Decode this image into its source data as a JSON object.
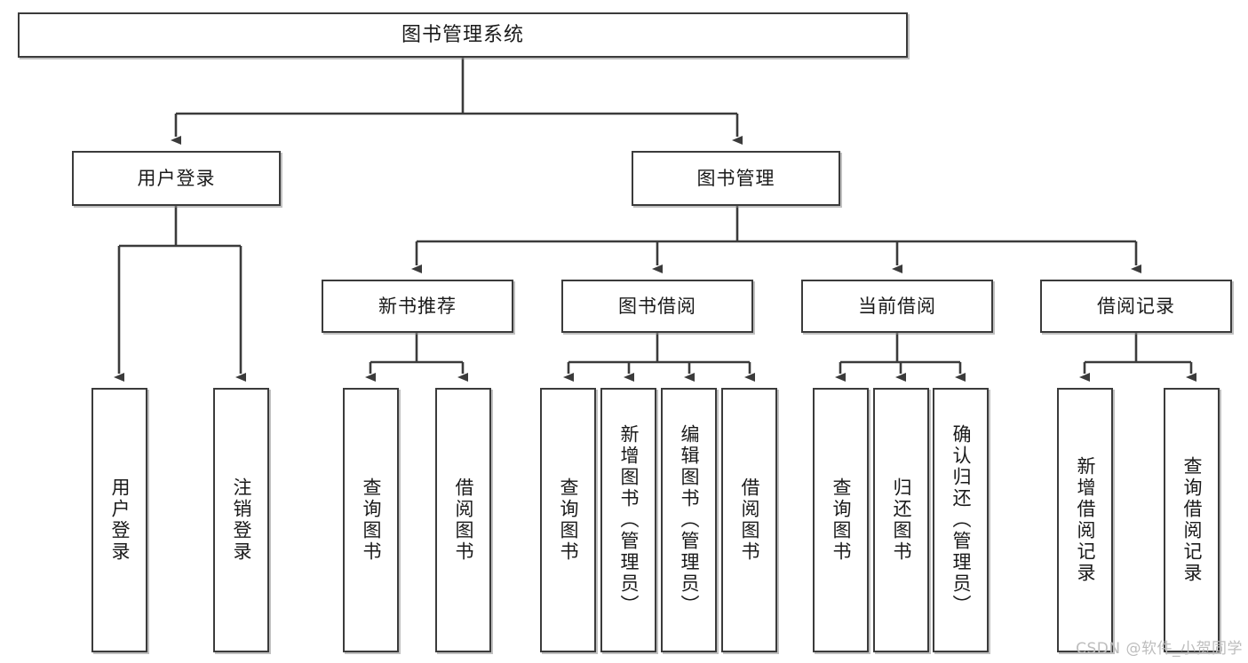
{
  "diagram": {
    "title": "图书管理系统",
    "watermark": "CSDN @软件_小贺同学",
    "line_color": "#3b3b3b",
    "box_fill": "#ffffff",
    "box_border": "#3b3b3b",
    "watermark_color": "#bdbdbd"
  },
  "nodes": {
    "root": {
      "label": "图书管理系统"
    },
    "level2": [
      {
        "label": "用户登录"
      },
      {
        "label": "图书管理"
      }
    ],
    "level3": [
      {
        "label": "新书推荐"
      },
      {
        "label": "图书借阅"
      },
      {
        "label": "当前借阅"
      },
      {
        "label": "借阅记录"
      }
    ],
    "leaves_user_login": [
      {
        "label": "用户登录"
      },
      {
        "label": "注销登录"
      }
    ],
    "leaves_new_book": [
      {
        "label": "查询图书"
      },
      {
        "label": "借阅图书"
      }
    ],
    "leaves_borrow": [
      {
        "label": "查询图书"
      },
      {
        "label": "新增图书（管理员）"
      },
      {
        "label": "编辑图书（管理员）"
      },
      {
        "label": "借阅图书"
      }
    ],
    "leaves_current": [
      {
        "label": "查询图书"
      },
      {
        "label": "归还图书"
      },
      {
        "label": "确认归还（管理员）"
      }
    ],
    "leaves_records": [
      {
        "label": "新增借阅记录"
      },
      {
        "label": "查询借阅记录"
      }
    ]
  }
}
